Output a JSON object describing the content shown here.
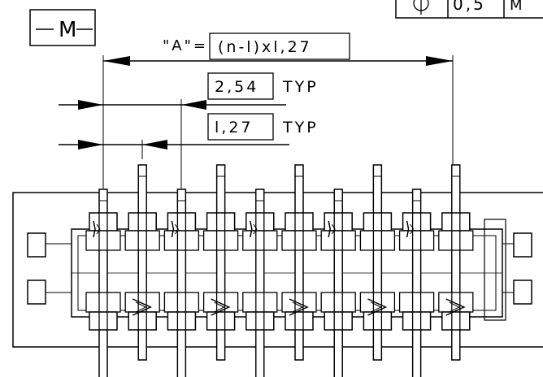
{
  "datum_label": "M",
  "dimension_a": {
    "label": "\"A\"=",
    "formula": "(n-l)xl,27"
  },
  "pitch_typ": {
    "value": "2,54",
    "suffix": "TYP"
  },
  "row_typ": {
    "value": "l,27",
    "suffix": "TYP"
  },
  "position_tolerance": {
    "symbol": "position-symbol",
    "value": "0,5",
    "modifier": "M"
  },
  "pins": {
    "count": 10,
    "pitch": "1,27"
  }
}
